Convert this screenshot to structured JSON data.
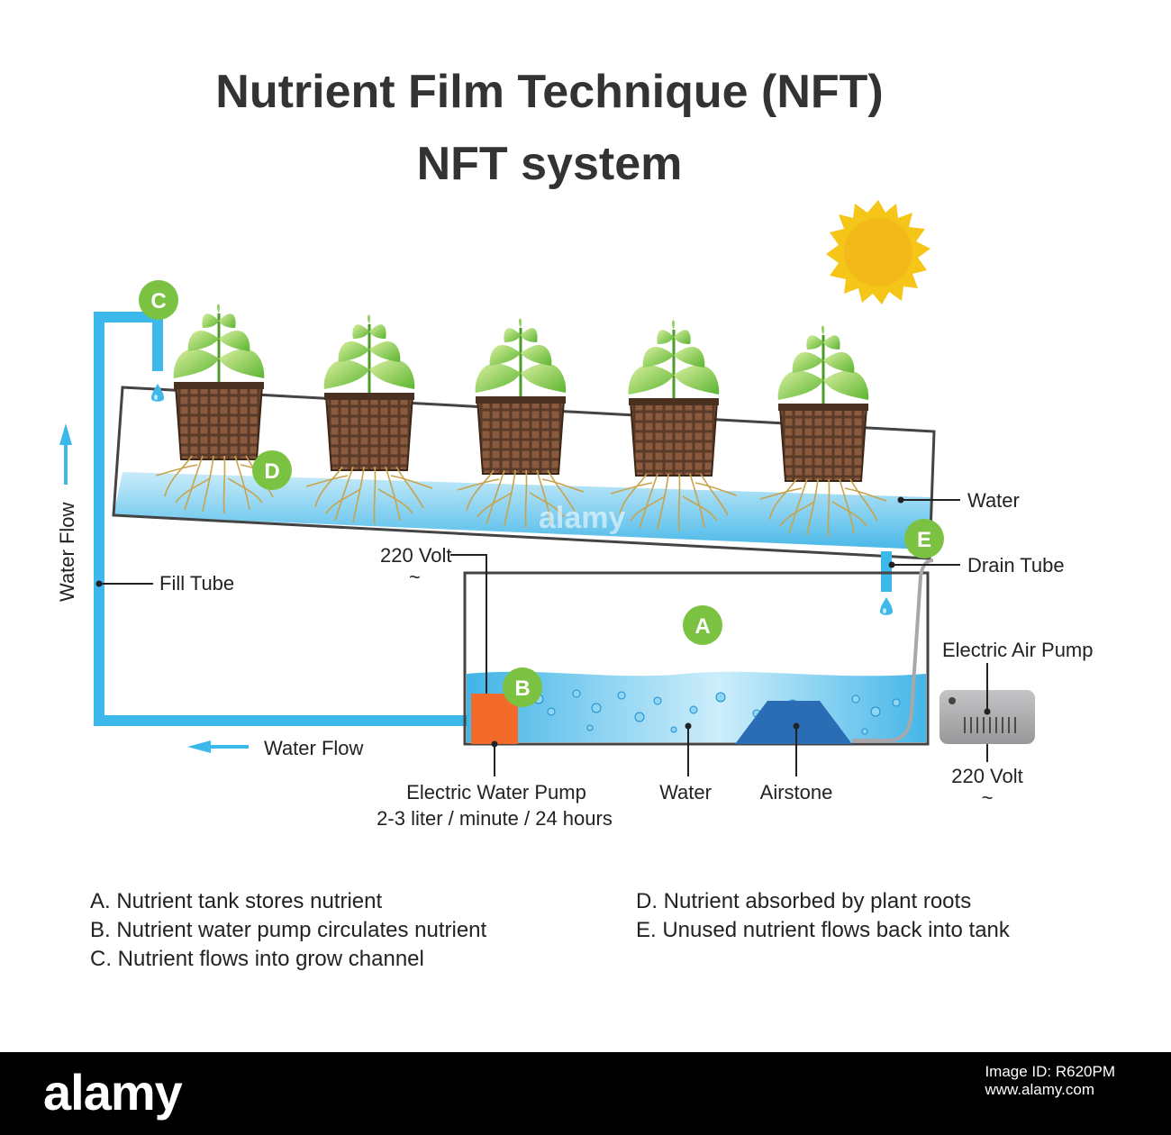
{
  "title": {
    "line1": "Nutrient Film Technique (NFT)",
    "line2": "NFT system"
  },
  "markers": {
    "a": "A",
    "b": "B",
    "c": "C",
    "d": "D",
    "e": "E"
  },
  "labels": {
    "water_flow_vertical": "Water Flow",
    "water_flow_horizontal": "Water Flow",
    "fill_tube": "Fill Tube",
    "water_channel": "Water",
    "drain_tube": "Drain Tube",
    "volt_pump": "220 Volt",
    "volt_air": "220 Volt",
    "tilde": "~",
    "electric_air_pump": "Electric Air Pump",
    "electric_water_pump": "Electric Water Pump",
    "pump_rate": "2-3 liter / minute / 24 hours",
    "water_tank": "Water",
    "airstone": "Airstone"
  },
  "legend": {
    "items_left": [
      "A. Nutrient tank stores nutrient",
      "B. Nutrient water pump circulates nutrient",
      "C. Nutrient flows into grow channel"
    ],
    "items_right": [
      "D. Nutrient absorbed by plant roots",
      "E. Unused nutrient flows back into tank"
    ]
  },
  "footer": {
    "brand": "alamy",
    "watermark": "alamy",
    "image_id": "Image ID: R620PM",
    "site": "www.alamy.com"
  },
  "colors": {
    "marker_green": "#7cc242",
    "tube_blue": "#3db8ea",
    "pump_orange": "#f26a2a",
    "airstone_blue": "#2a6db5",
    "sun_yellow": "#f5c518",
    "air_pump_gray": "#a8a8aa"
  },
  "icons": [
    "sun-icon",
    "plant-icon",
    "net-pot-icon",
    "water-drop-icon",
    "arrow-up-icon",
    "arrow-left-icon"
  ]
}
